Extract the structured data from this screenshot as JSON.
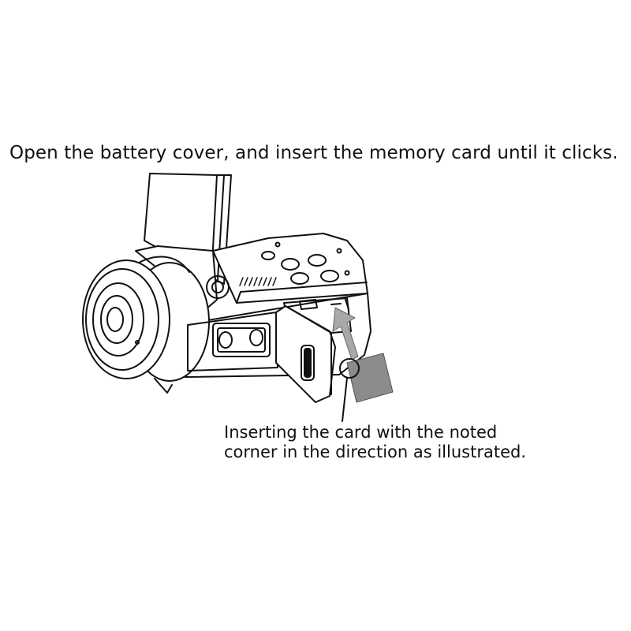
{
  "instruction": "Open the battery cover, and insert the memory card until it clicks.",
  "note": {
    "line1": "Inserting the card with the noted",
    "line2": "corner in the direction as illustrated."
  },
  "colors": {
    "line": "#111111",
    "card": "#8c8c8c",
    "arrow": "#a8a8a8"
  }
}
